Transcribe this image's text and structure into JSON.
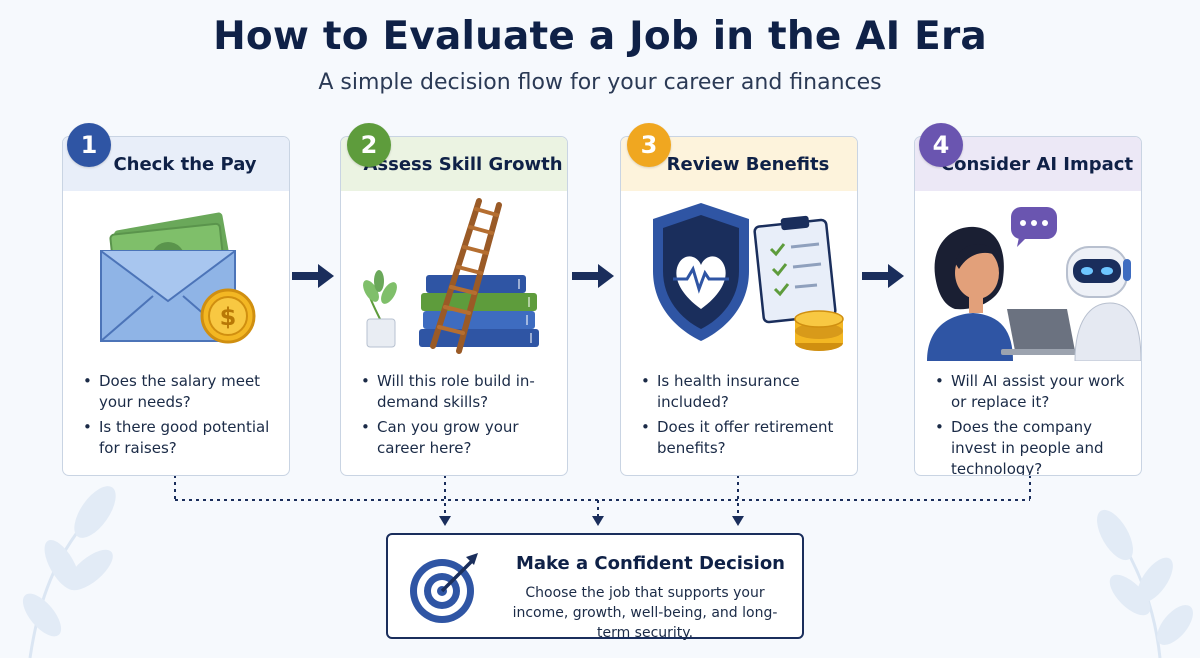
{
  "title": "How to Evaluate a Job in the AI Era",
  "subtitle": "A simple decision flow for your career and finances",
  "steps": [
    {
      "number": "1",
      "title": "Check the Pay",
      "color": "#2f55a4",
      "head_bg": "#e8eef9",
      "illustration": "money-envelope-icon",
      "points": [
        "Does the salary meet your needs?",
        "Is there good potential for raises?"
      ]
    },
    {
      "number": "2",
      "title": "Assess Skill Growth",
      "color": "#5e9c3c",
      "head_bg": "#ebf3e2",
      "illustration": "ladder-books-icon",
      "points": [
        "Will this role build in-demand skills?",
        "Can you grow your career here?"
      ]
    },
    {
      "number": "3",
      "title": "Review Benefits",
      "color": "#f0a720",
      "head_bg": "#fdf3dc",
      "illustration": "health-shield-icon",
      "points": [
        "Is health insurance included?",
        "Does it offer retirement benefits?"
      ]
    },
    {
      "number": "4",
      "title": "Consider AI Impact",
      "color": "#6a55b0",
      "head_bg": "#ece8f6",
      "illustration": "person-robot-icon",
      "points": [
        "Will AI assist your work or replace it?",
        "Does the company invest in people and technology?"
      ]
    }
  ],
  "decision": {
    "title": "Make a Confident Decision",
    "text": "Choose the job that supports your income, growth, well-being, and long-term security.",
    "icon": "target-icon"
  },
  "colors": {
    "navy": "#1a2e5c",
    "border": "#c9d4e3"
  }
}
